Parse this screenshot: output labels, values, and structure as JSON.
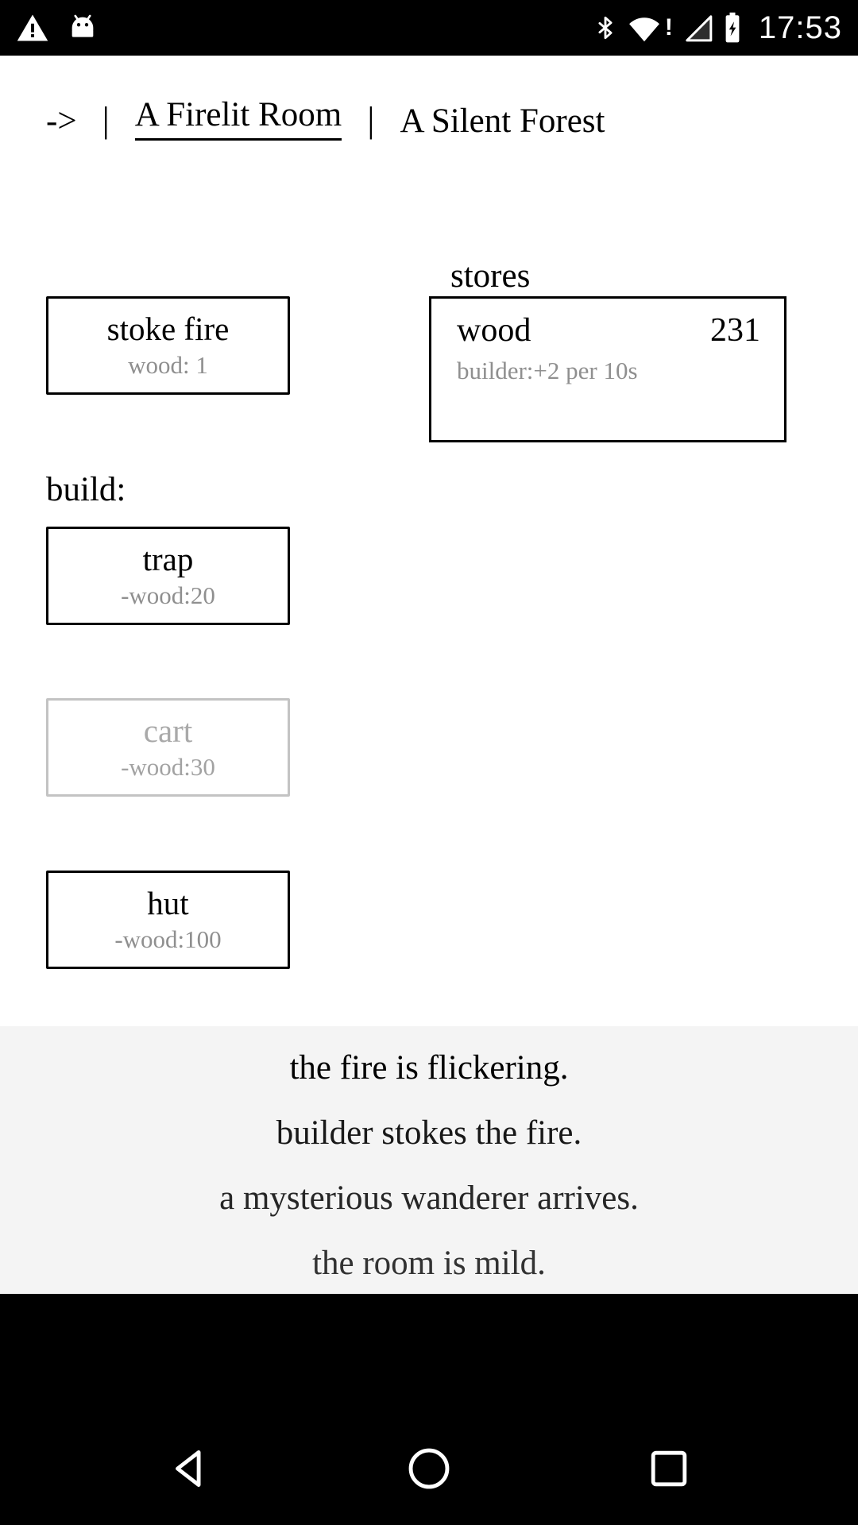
{
  "status_bar": {
    "time": "17:53",
    "left_icons": [
      "warning-icon",
      "android-icon"
    ],
    "right_icons": [
      "bluetooth-icon",
      "wifi-alert-icon",
      "signal-empty-icon",
      "battery-charging-icon"
    ],
    "wifi_alert": "!"
  },
  "header": {
    "arrow": "->",
    "separator": "|",
    "tabs": [
      {
        "label": "A Firelit Room",
        "active": true
      },
      {
        "label": "A Silent Forest",
        "active": false
      }
    ]
  },
  "actions": {
    "stoke_fire": {
      "label": "stoke fire",
      "cost": "wood: 1"
    }
  },
  "stores": {
    "title": "stores",
    "rows": [
      {
        "name": "wood",
        "value": "231"
      }
    ],
    "note": "builder:+2 per 10s"
  },
  "build": {
    "label": "build:",
    "buttons": [
      {
        "label": "trap",
        "cost": "-wood:20",
        "enabled": true
      },
      {
        "label": "cart",
        "cost": "-wood:30",
        "enabled": false
      },
      {
        "label": "hut",
        "cost": "-wood:100",
        "enabled": true
      }
    ]
  },
  "messages": [
    "the fire is flickering.",
    "builder stokes the fire.",
    "a mysterious wanderer arrives.",
    "the room is mild."
  ],
  "nav_bar": {
    "icons": [
      "back-icon",
      "home-icon",
      "recents-icon"
    ]
  },
  "colors": {
    "status_bar_bg": "#000000",
    "text": "#000000",
    "muted_text": "#8f8f8f",
    "disabled_text": "#a9a9a9",
    "disabled_border": "#c3c3c3",
    "message_area_bg": "#f4f4f4",
    "nav_bar_bg": "#000000"
  }
}
